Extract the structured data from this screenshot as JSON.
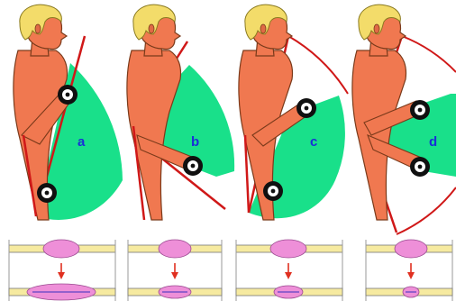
{
  "diagram": {
    "panels": [
      {
        "label": "a"
      },
      {
        "label": "b"
      },
      {
        "label": "c"
      },
      {
        "label": "d"
      }
    ],
    "colors": {
      "background": "#ffffff",
      "skin": "#f07850",
      "skin_outline": "#7a3a1a",
      "hair": "#f3dc6a",
      "range_of_motion": "#19e08a",
      "limit_lines": "#d01818",
      "weight_tire": "#101010",
      "weight_hub": "#ffffff",
      "muscle_belly": "#ee8fd8",
      "fiber": "#f6eaa0",
      "arrows": "#e03020",
      "label": "#1a2fd6"
    },
    "icons": {
      "dumbbell": "dumbbell-icon",
      "muscle": "muscle-belly-icon",
      "arrow": "arrow-down-icon"
    }
  }
}
